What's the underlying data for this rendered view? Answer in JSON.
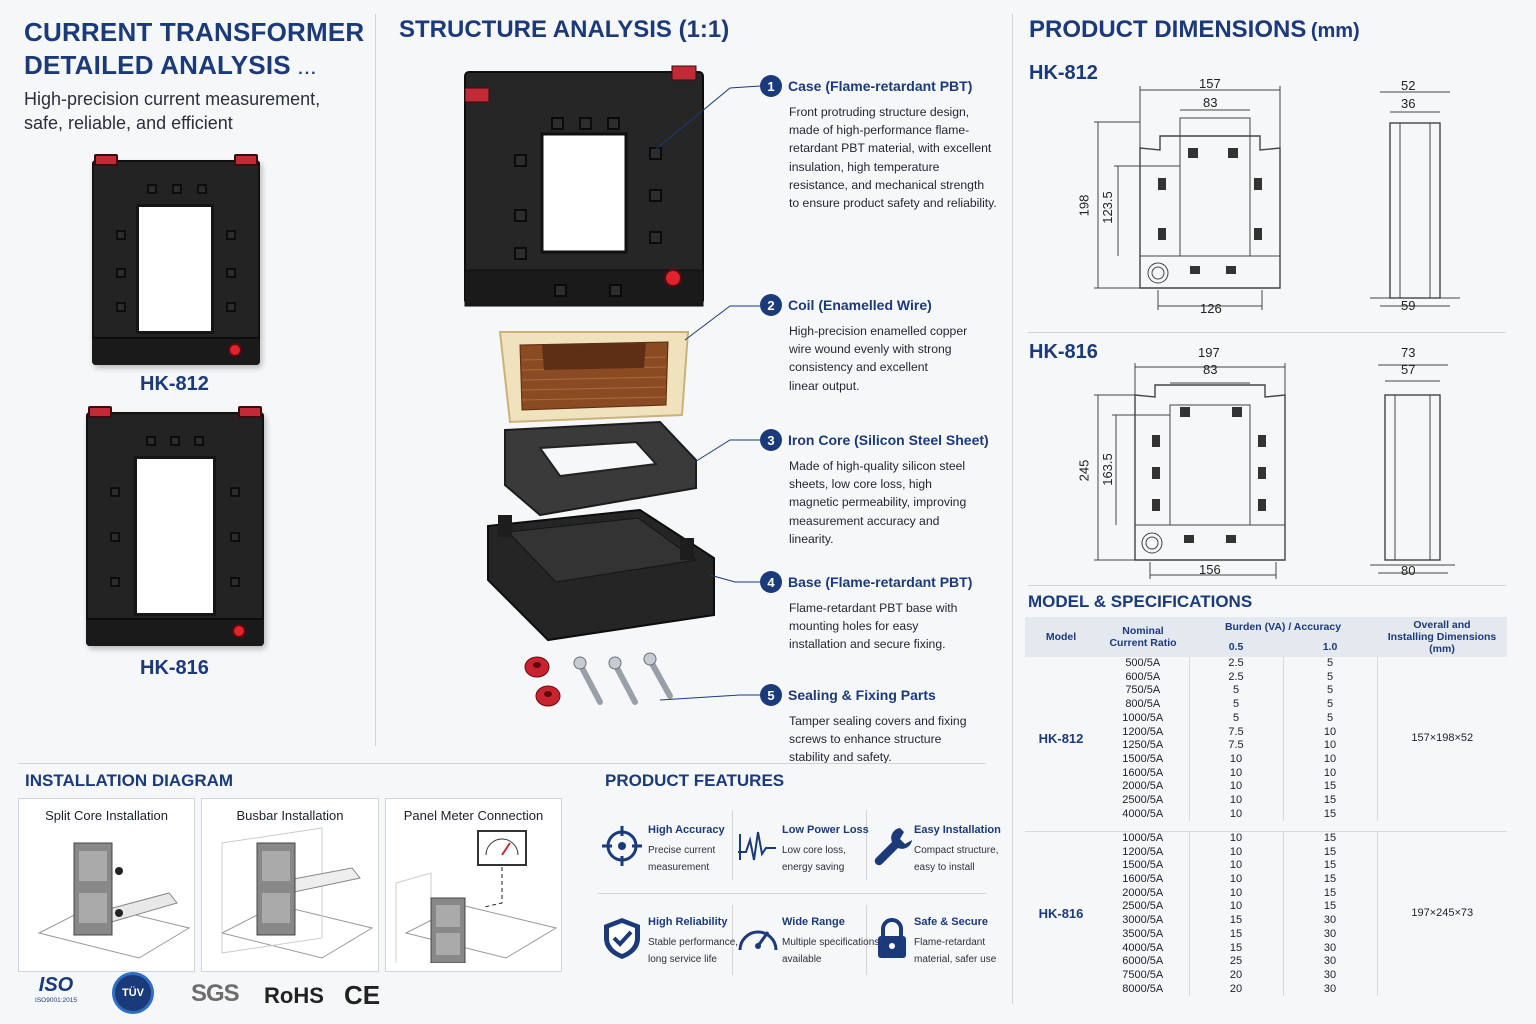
{
  "left": {
    "title_line1": "CURRENT TRANSFORMER",
    "title_line2": "DETAILED ANALYSIS",
    "title_dots": "...",
    "subtitle_line1": "High-precision current measurement,",
    "subtitle_line2": "safe, reliable, and efficient",
    "model_a": "HK-812",
    "model_b": "HK-816"
  },
  "structure": {
    "title": "STRUCTURE ANALYSIS (1:1)",
    "parts": [
      {
        "num": "1",
        "title": "Case (Flame-retardant PBT)",
        "lines": [
          "Front protruding structure design,",
          "made of high-performance flame-",
          "retardant PBT material, with excellent",
          "insulation, high temperature",
          "resistance, and mechanical strength",
          "to ensure product safety and reliability."
        ]
      },
      {
        "num": "2",
        "title": "Coil (Enamelled Wire)",
        "lines": [
          "High-precision enamelled copper",
          "wire wound evenly with strong",
          "consistency and excellent",
          "linear output."
        ]
      },
      {
        "num": "3",
        "title": "Iron Core (Silicon Steel Sheet)",
        "lines": [
          "Made of high-quality silicon steel",
          "sheets, low core loss, high",
          "magnetic permeability, improving",
          "measurement accuracy and",
          "linearity."
        ]
      },
      {
        "num": "4",
        "title": "Base (Flame-retardant PBT)",
        "lines": [
          "Flame-retardant PBT base with",
          "mounting holes for easy",
          "installation and secure fixing."
        ]
      },
      {
        "num": "5",
        "title": "Sealing & Fixing Parts",
        "lines": [
          "Tamper sealing covers and fixing",
          "screws to enhance structure",
          "stability and safety."
        ]
      }
    ]
  },
  "dimensions": {
    "title": "PRODUCT DIMENSIONS",
    "unit": "(mm)",
    "hk812": {
      "label": "HK-812",
      "top": "157",
      "inner": "83",
      "height": "198",
      "inner_h": "123.5",
      "bottom": "126",
      "side_top": "52",
      "side_inner": "36",
      "side_bottom": "59"
    },
    "hk816": {
      "label": "HK-816",
      "top": "197",
      "inner": "83",
      "height": "245",
      "inner_h": "163.5",
      "bottom": "156",
      "side_top": "73",
      "side_inner": "57",
      "side_bottom": "80"
    }
  },
  "specs": {
    "title": "MODEL & SPECIFICATIONS",
    "headers": {
      "model": "Model",
      "ratio_1": "Nominal",
      "ratio_2": "Current Ratio",
      "burden": "Burden (VA) / Accuracy",
      "acc_a": "0.5",
      "acc_b": "1.0",
      "dims_1": "Overall and",
      "dims_2": "Installing Dimensions",
      "dims_3": "(mm)"
    },
    "groups": [
      {
        "model": "HK-812",
        "dims": "157×198×52",
        "rows": [
          [
            "500/5A",
            "2.5",
            "5"
          ],
          [
            "600/5A",
            "2.5",
            "5"
          ],
          [
            "750/5A",
            "5",
            "5"
          ],
          [
            "800/5A",
            "5",
            "5"
          ],
          [
            "1000/5A",
            "5",
            "5"
          ],
          [
            "1200/5A",
            "7.5",
            "10"
          ],
          [
            "1250/5A",
            "7.5",
            "10"
          ],
          [
            "1500/5A",
            "10",
            "10"
          ],
          [
            "1600/5A",
            "10",
            "10"
          ],
          [
            "2000/5A",
            "10",
            "15"
          ],
          [
            "2500/5A",
            "10",
            "15"
          ],
          [
            "4000/5A",
            "10",
            "15"
          ]
        ]
      },
      {
        "model": "HK-816",
        "dims": "197×245×73",
        "rows": [
          [
            "1000/5A",
            "10",
            "15"
          ],
          [
            "1200/5A",
            "10",
            "15"
          ],
          [
            "1500/5A",
            "10",
            "15"
          ],
          [
            "1600/5A",
            "10",
            "15"
          ],
          [
            "2000/5A",
            "10",
            "15"
          ],
          [
            "2500/5A",
            "10",
            "15"
          ],
          [
            "3000/5A",
            "15",
            "30"
          ],
          [
            "3500/5A",
            "15",
            "30"
          ],
          [
            "4000/5A",
            "15",
            "30"
          ],
          [
            "6000/5A",
            "25",
            "30"
          ],
          [
            "7500/5A",
            "20",
            "30"
          ],
          [
            "8000/5A",
            "20",
            "30"
          ]
        ]
      }
    ]
  },
  "install": {
    "title": "INSTALLATION DIAGRAM",
    "items": [
      "Split Core Installation",
      "Busbar Installation",
      "Panel Meter Connection"
    ]
  },
  "features": {
    "title": "PRODUCT FEATURES",
    "items": [
      {
        "title": "High Accuracy",
        "line1": "Precise current",
        "line2": "measurement",
        "icon": "crosshair-icon"
      },
      {
        "title": "Low Power Loss",
        "line1": "Low core loss,",
        "line2": "energy saving",
        "icon": "pulse-icon"
      },
      {
        "title": "Easy Installation",
        "line1": "Compact structure,",
        "line2": "easy to install",
        "icon": "wrench-icon"
      },
      {
        "title": "High Reliability",
        "line1": "Stable performance,",
        "line2": "long service life",
        "icon": "shield-check-icon"
      },
      {
        "title": "Wide Range",
        "line1": "Multiple specifications",
        "line2": "available",
        "icon": "gauge-icon"
      },
      {
        "title": "Safe & Secure",
        "line1": "Flame-retardant",
        "line2": "material, safer use",
        "icon": "lock-icon"
      }
    ]
  },
  "certs": {
    "iso": "ISO",
    "iso_sub": "ISO9001:2015",
    "tuv": "TÜV",
    "sgs": "SGS",
    "rohs": "RoHS",
    "ce": "CE"
  },
  "colors": {
    "brand": "#1b3a7a",
    "accent_red": "#e0232e",
    "copper": "#8a4a22"
  }
}
